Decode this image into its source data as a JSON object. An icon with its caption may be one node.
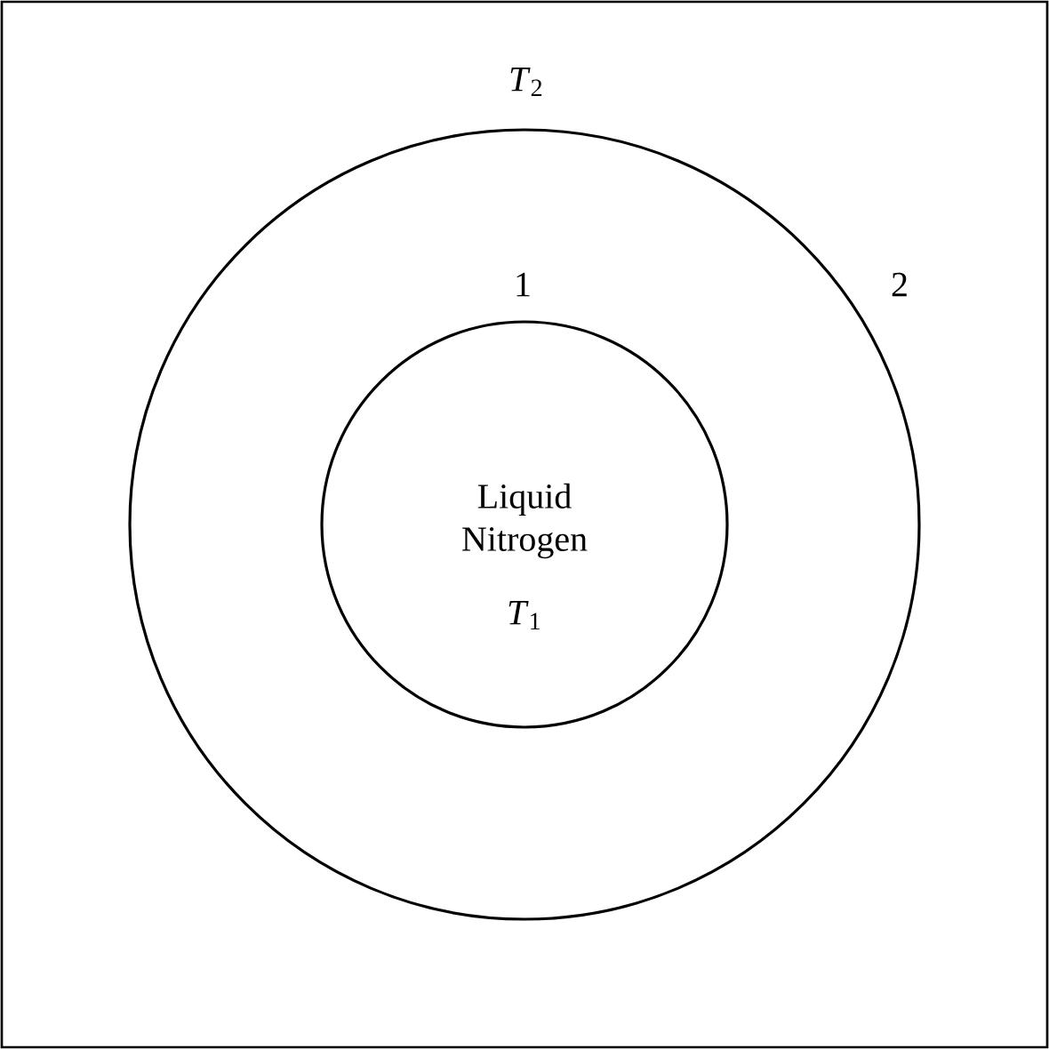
{
  "diagram": {
    "nodes": [
      {
        "text": [
          "*T*$_{2}$",
          "2"
        ]
      },
      {
        "text": [
          "1",
          "Liquid Nitrogen",
          "*T*$_{1}$"
        ],
        "in": 0
      }
    ]
  }
}
